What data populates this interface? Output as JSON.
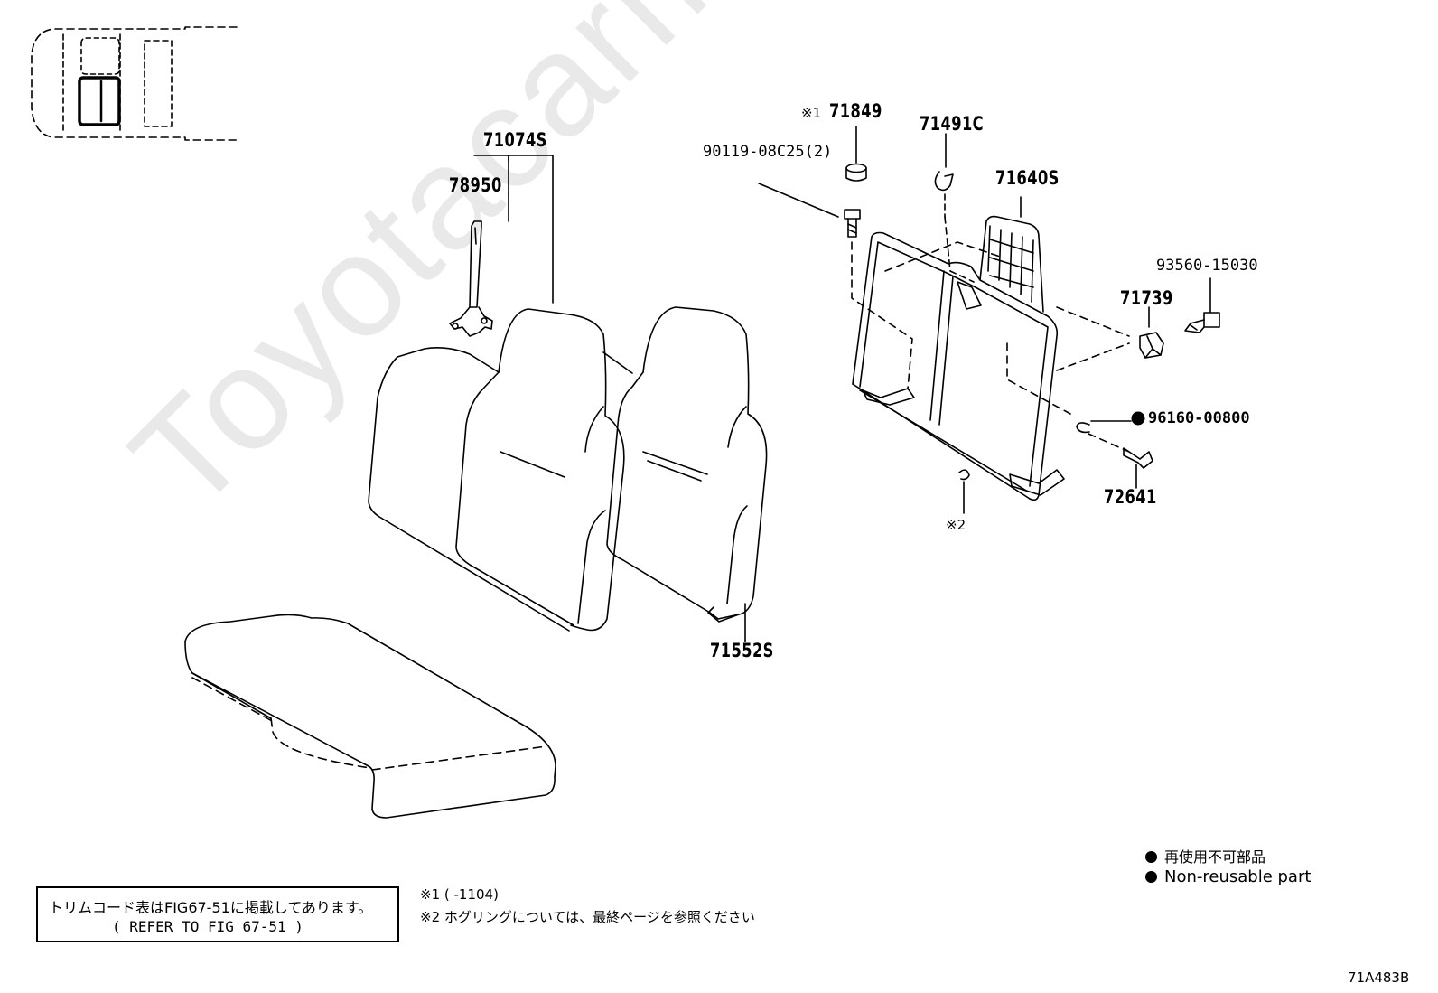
{
  "watermark": "Toyotacarmine.ru",
  "callouts": {
    "p71074S": "71074S",
    "p78950": "78950",
    "p71849": "71849",
    "p71849_mark": "※1",
    "p71491C": "71491C",
    "p90119": "90119-08C25(2)",
    "p71640S": "71640S",
    "p93560": "93560-15030",
    "p71739": "71739",
    "p96160": "96160-00800",
    "p72641": "72641",
    "p71552S": "71552S",
    "note2_mark": "※2"
  },
  "legend": {
    "jp": "再使用不可部品",
    "en": "Non-reusable part"
  },
  "refbox": {
    "line1": "トリムコード表はFIG67-51に掲載してあります。",
    "line2": "(    REFER TO FIG 67-51    )"
  },
  "footnotes": {
    "n1": "※1 (      -1104)",
    "n2": "※2  ホグリングについては、最終ページを参照ください"
  },
  "figure_code": "71A483B"
}
